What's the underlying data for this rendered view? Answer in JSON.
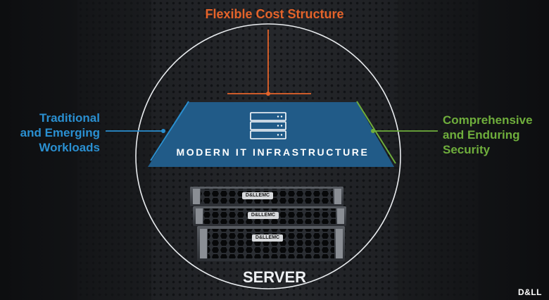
{
  "title": "Flexible Cost Structure",
  "left_label": {
    "lines": [
      "Traditional",
      "and Emerging",
      "Workloads"
    ]
  },
  "right_label": {
    "lines": [
      "Comprehensive",
      "and Enduring",
      "Security"
    ]
  },
  "infrastructure_label": "MODERN IT INFRASTRUCTURE",
  "server_label": "SERVER",
  "server_brand": "D&LLEMC",
  "logo_text": "D&LL",
  "colors": {
    "title": "#e4632a",
    "left_label": "#2a8fd0",
    "right_label": "#6fae3c",
    "band": "#215b88",
    "circle": "#e9ecef"
  },
  "icons": [
    "server-stack-icon"
  ]
}
